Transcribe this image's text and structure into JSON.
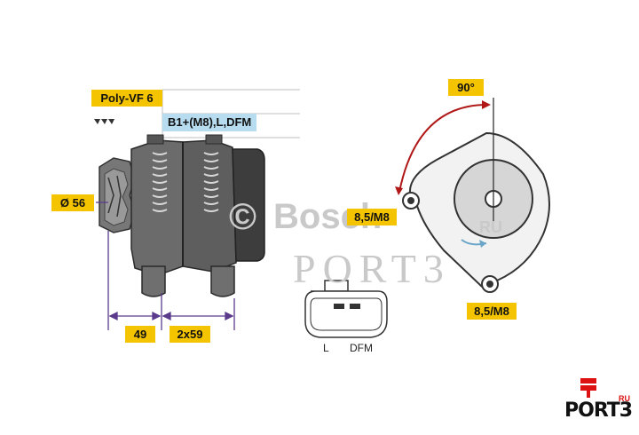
{
  "labels": {
    "belt": "Poly-VF 6",
    "connections": "B1+(M8),L,DFM",
    "pulley_diameter": "Ø 56",
    "dim_49": "49",
    "dim_2x59": "2x59",
    "angle": "90°",
    "mount_upper": "8,5/M8",
    "mount_lower": "8,5/M8",
    "pin_l": "L",
    "pin_dfm": "DFM"
  },
  "watermark": {
    "brand": "Bosch",
    "copyright": "©",
    "ru": "RU",
    "port": "PORT3"
  },
  "logo": {
    "text": "PORT3",
    "sub": "RU"
  },
  "colors": {
    "label_yellow": "#f5c400",
    "label_blue": "#b7dcf0",
    "dimension_purple": "#5a3b8c",
    "arrow_red": "#b01818",
    "body_gray": "#6b6b6b",
    "body_dark": "#3d3d3d"
  }
}
